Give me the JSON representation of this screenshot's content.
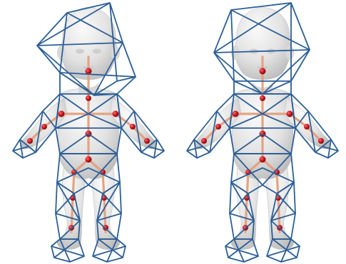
{
  "figure": {
    "panels": [
      {
        "id": "left",
        "pose": "head tilted"
      },
      {
        "id": "right",
        "pose": "neutral"
      }
    ],
    "legend": [],
    "colors": {
      "cage_edge": "#2c5f97",
      "bone": "#e3a07c",
      "joint": "#c8141e",
      "mesh_light": "#f4f4f4",
      "mesh_mid": "#dcdcdc",
      "mesh_shadow": "#b9b9b9"
    }
  }
}
